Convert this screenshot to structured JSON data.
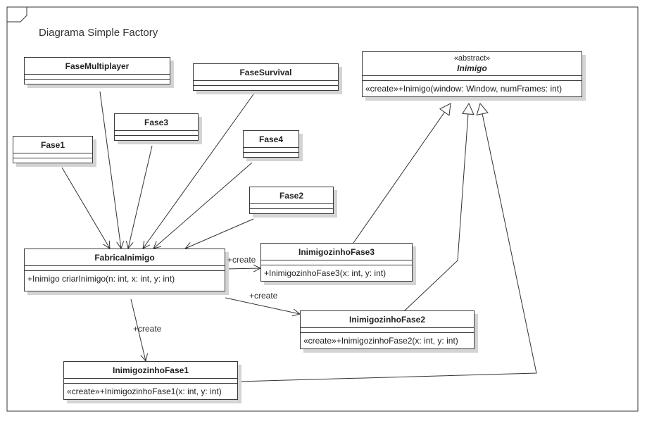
{
  "frame": {
    "title": "Diagrama Simple Factory"
  },
  "classes": {
    "fase_multiplayer": {
      "name": "FaseMultiplayer"
    },
    "fase_survival": {
      "name": "FaseSurvival"
    },
    "fase3": {
      "name": "Fase3"
    },
    "fase1": {
      "name": "Fase1"
    },
    "fase4": {
      "name": "Fase4"
    },
    "fase2": {
      "name": "Fase2"
    },
    "inimigo": {
      "stereotype": "«abstract»",
      "name": "Inimigo",
      "operation": "«create»+Inimigo(window: Window, numFrames: int)"
    },
    "fabrica": {
      "name": "FabricaInimigo",
      "operation": "+Inimigo criarInimigo(n: int, x: int, y: int)"
    },
    "inimigozinho3": {
      "name": "InimigozinhoFase3",
      "operation": "+InimigozinhoFase3(x: int, y: int)"
    },
    "inimigozinho2": {
      "name": "InimigozinhoFase2",
      "operation": "«create»+InimigozinhoFase2(x: int, y: int)"
    },
    "inimigozinho1": {
      "name": "InimigozinhoFase1",
      "operation": "«create»+InimigozinhoFase1(x: int, y: int)"
    }
  },
  "labels": {
    "create_to_fase3": "+create",
    "create_to_fase2": "+create",
    "create_to_fase1": "+create"
  }
}
